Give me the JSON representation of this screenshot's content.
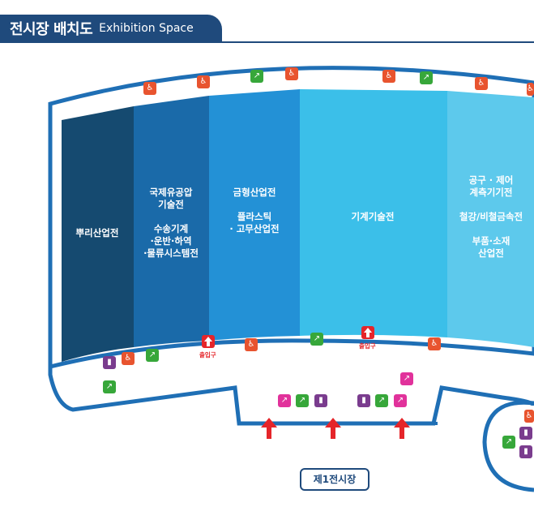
{
  "header": {
    "title_ko": "전시장 배치도",
    "title_en": "Exhibition Space"
  },
  "zones": [
    {
      "label": "뿌리산업전",
      "color": "#154a70"
    },
    {
      "label": "국제유공압\n기술전\n\n수송기계\n·운반·하역\n·물류시스템전",
      "color": "#1a6aa9"
    },
    {
      "label": "금형산업전\n\n플라스틱\n· 고무산업전",
      "color": "#2391d6"
    },
    {
      "label": "기계기술전",
      "color": "#3bbfe9"
    },
    {
      "label": "공구 · 제어\n계측기기전\n\n철강/비철금속전\n\n부품·소재\n산업전",
      "color": "#5dc9ec"
    }
  ],
  "entrances": [
    {
      "label": "출입구"
    },
    {
      "label": "출입구"
    }
  ],
  "hall_label": "제1전시장",
  "colors": {
    "title_bg": "#1f4a7c",
    "outline": "#1f6fb5",
    "toilet": "#e8542f",
    "escalator": "#37a73a",
    "elevator": "#7a3c8e",
    "entrance": "#e5252a"
  },
  "icon_names": [
    "toilet-icon",
    "escalator-icon",
    "elevator-icon",
    "no-escalator-icon",
    "entrance-icon",
    "arrow-up-icon"
  ]
}
